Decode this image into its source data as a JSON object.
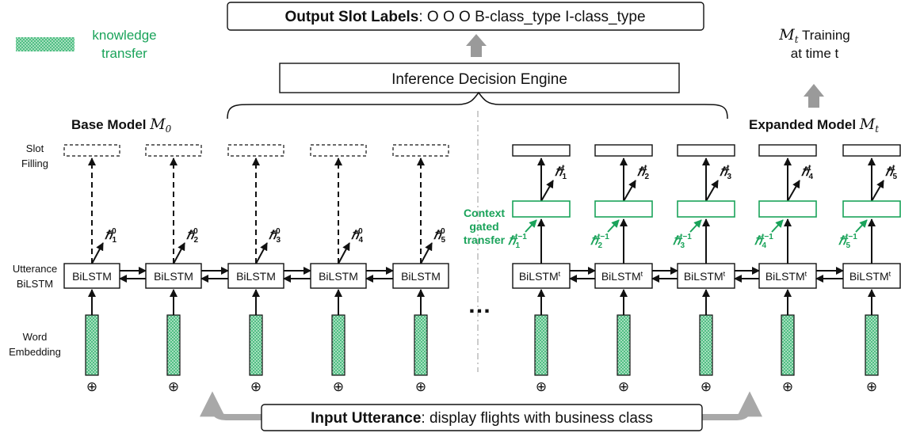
{
  "legend": {
    "label_line1": "knowledge",
    "label_line2": "transfer"
  },
  "output": {
    "bold": "Output Slot Labels",
    "rest": ": O O O B-class_type I-class_type"
  },
  "engine": {
    "label": "Inference Decision Engine"
  },
  "training": {
    "math": "M",
    "math_sub": "t",
    "line1_rest": " Training",
    "line2": "at time t"
  },
  "base_model": {
    "label": "Base Model ",
    "math": "M",
    "math_sub": "0"
  },
  "expanded_model": {
    "label": "Expanded Model ",
    "math": "M",
    "math_sub": "t"
  },
  "row_labels": {
    "slot_filling": [
      "Slot",
      "Filling"
    ],
    "utterance": [
      "Utterance",
      "BiLSTM"
    ],
    "word": [
      "Word",
      "Embedding"
    ]
  },
  "context": {
    "lines": [
      "Context",
      "gated",
      "transfer"
    ]
  },
  "ellipsis": "…",
  "base_cells": [
    {
      "label": "BiLSTM",
      "h": "ℏ",
      "sub": "1",
      "sup": "0"
    },
    {
      "label": "BiLSTM",
      "h": "ℏ",
      "sub": "2",
      "sup": "0"
    },
    {
      "label": "BiLSTM",
      "h": "ℏ",
      "sub": "3",
      "sup": "0"
    },
    {
      "label": "BiLSTM",
      "h": "ℏ",
      "sub": "4",
      "sup": "0"
    },
    {
      "label": "BiLSTM",
      "h": "ℏ",
      "sub": "5",
      "sup": "0"
    }
  ],
  "exp_cells": [
    {
      "label": "BiLSTM",
      "label_sup": "t",
      "h": "ℏ",
      "sub": "1",
      "sup": "t",
      "gsub": "1",
      "gsup": "t−1"
    },
    {
      "label": "BiLSTM",
      "label_sup": "t",
      "h": "ℏ",
      "sub": "2",
      "sup": "t",
      "gsub": "2",
      "gsup": "t−1"
    },
    {
      "label": "BiLSTM",
      "label_sup": "t",
      "h": "ℏ",
      "sub": "3",
      "sup": "t",
      "gsub": "3",
      "gsup": "t−1"
    },
    {
      "label": "BiLSTM",
      "label_sup": "t",
      "h": "ℏ",
      "sub": "4",
      "sup": "t",
      "gsub": "4",
      "gsup": "t−1"
    },
    {
      "label": "BiLSTM",
      "label_sup": "t",
      "h": "ℏ",
      "sub": "5",
      "sup": "t",
      "gsub": "5",
      "gsup": "t−1"
    }
  ],
  "plus_symbol": "⊕",
  "input": {
    "bold": "Input Utterance",
    "rest": ": display flights with business class"
  },
  "colors": {
    "green": "#1aa35a",
    "hatch_fill": "#7fd3a3",
    "arrow_gray": "#9a9a9a"
  }
}
